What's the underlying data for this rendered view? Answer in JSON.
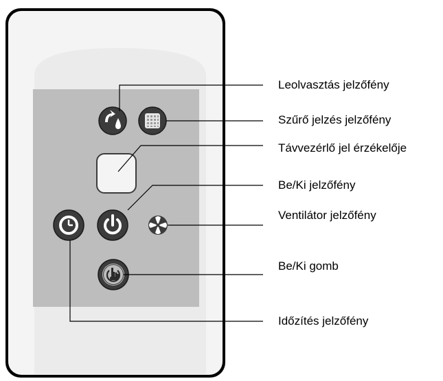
{
  "callouts": [
    {
      "id": "defrost",
      "label": "Leolvasztás jelzőfény"
    },
    {
      "id": "filter",
      "label": "Szűrő jelzés jelzőfény"
    },
    {
      "id": "remote-sensor",
      "label": "Távvezérlő jel érzékelője"
    },
    {
      "id": "power-indicator",
      "label": "Be/Ki jelzőfény"
    },
    {
      "id": "fan-indicator",
      "label": "Ventilátor jelzőfény"
    },
    {
      "id": "power-button",
      "label": "Be/Ki gomb"
    },
    {
      "id": "timer-indicator",
      "label": "Időzítés jelzőfény"
    }
  ],
  "colors": {
    "outline": "#000000",
    "housing": "#f4f4f4",
    "oval": "#ebebeb",
    "panel": "#bdbdbd",
    "icon_dark": "#3c3c3c",
    "sensor_window": "#f4f4f4"
  }
}
